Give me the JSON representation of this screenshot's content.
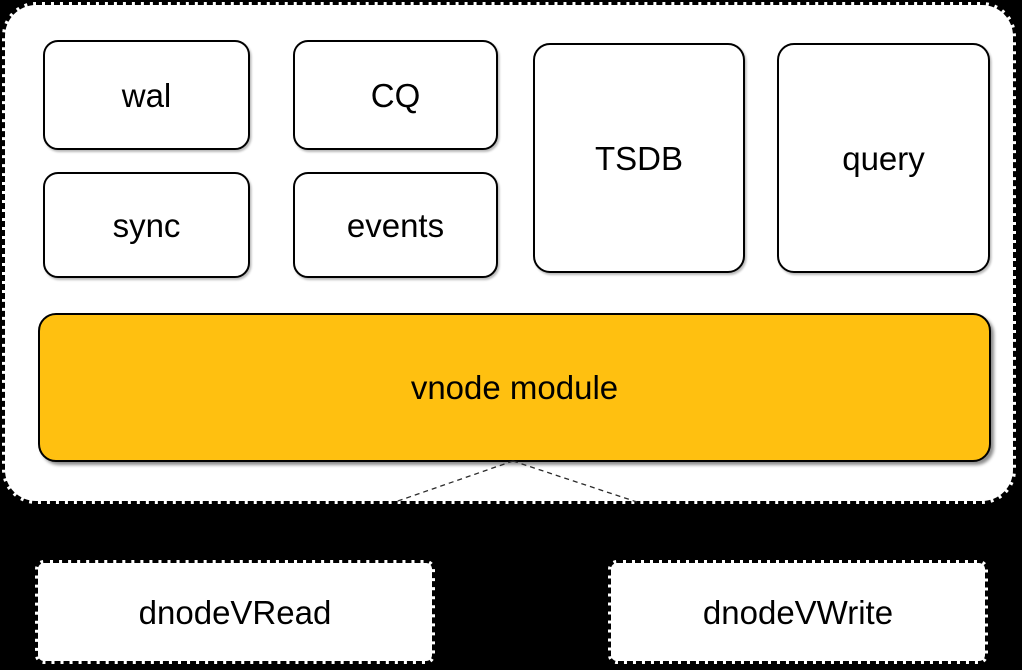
{
  "colors": {
    "page_bg": "#000000",
    "panel_fill": "#ffffff",
    "box_fill": "#ffffff",
    "box_border": "#000000",
    "vnode_fill": "#FFC010",
    "label_color": "#000000"
  },
  "diagram": {
    "modules": [
      {
        "label": "wal"
      },
      {
        "label": "CQ"
      },
      {
        "label": "sync"
      },
      {
        "label": "events"
      },
      {
        "label": "TSDB"
      },
      {
        "label": "query"
      }
    ],
    "vnode": {
      "label": "vnode module"
    },
    "dnodes": [
      {
        "label": "dnodeVRead"
      },
      {
        "label": "dnodeVWrite"
      }
    ]
  }
}
